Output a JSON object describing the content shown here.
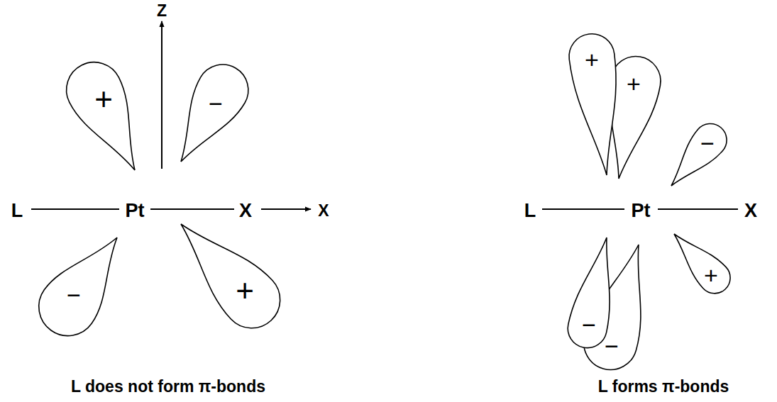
{
  "diagram": {
    "labels": [
      "Z",
      "+",
      "−",
      "L",
      "Pt",
      "X",
      "X",
      "−",
      "+",
      "L does not form π-bonds",
      "+",
      "+",
      "−",
      "L",
      "Pt",
      "X",
      "−",
      "−",
      "+",
      "L forms π-bonds"
    ]
  }
}
